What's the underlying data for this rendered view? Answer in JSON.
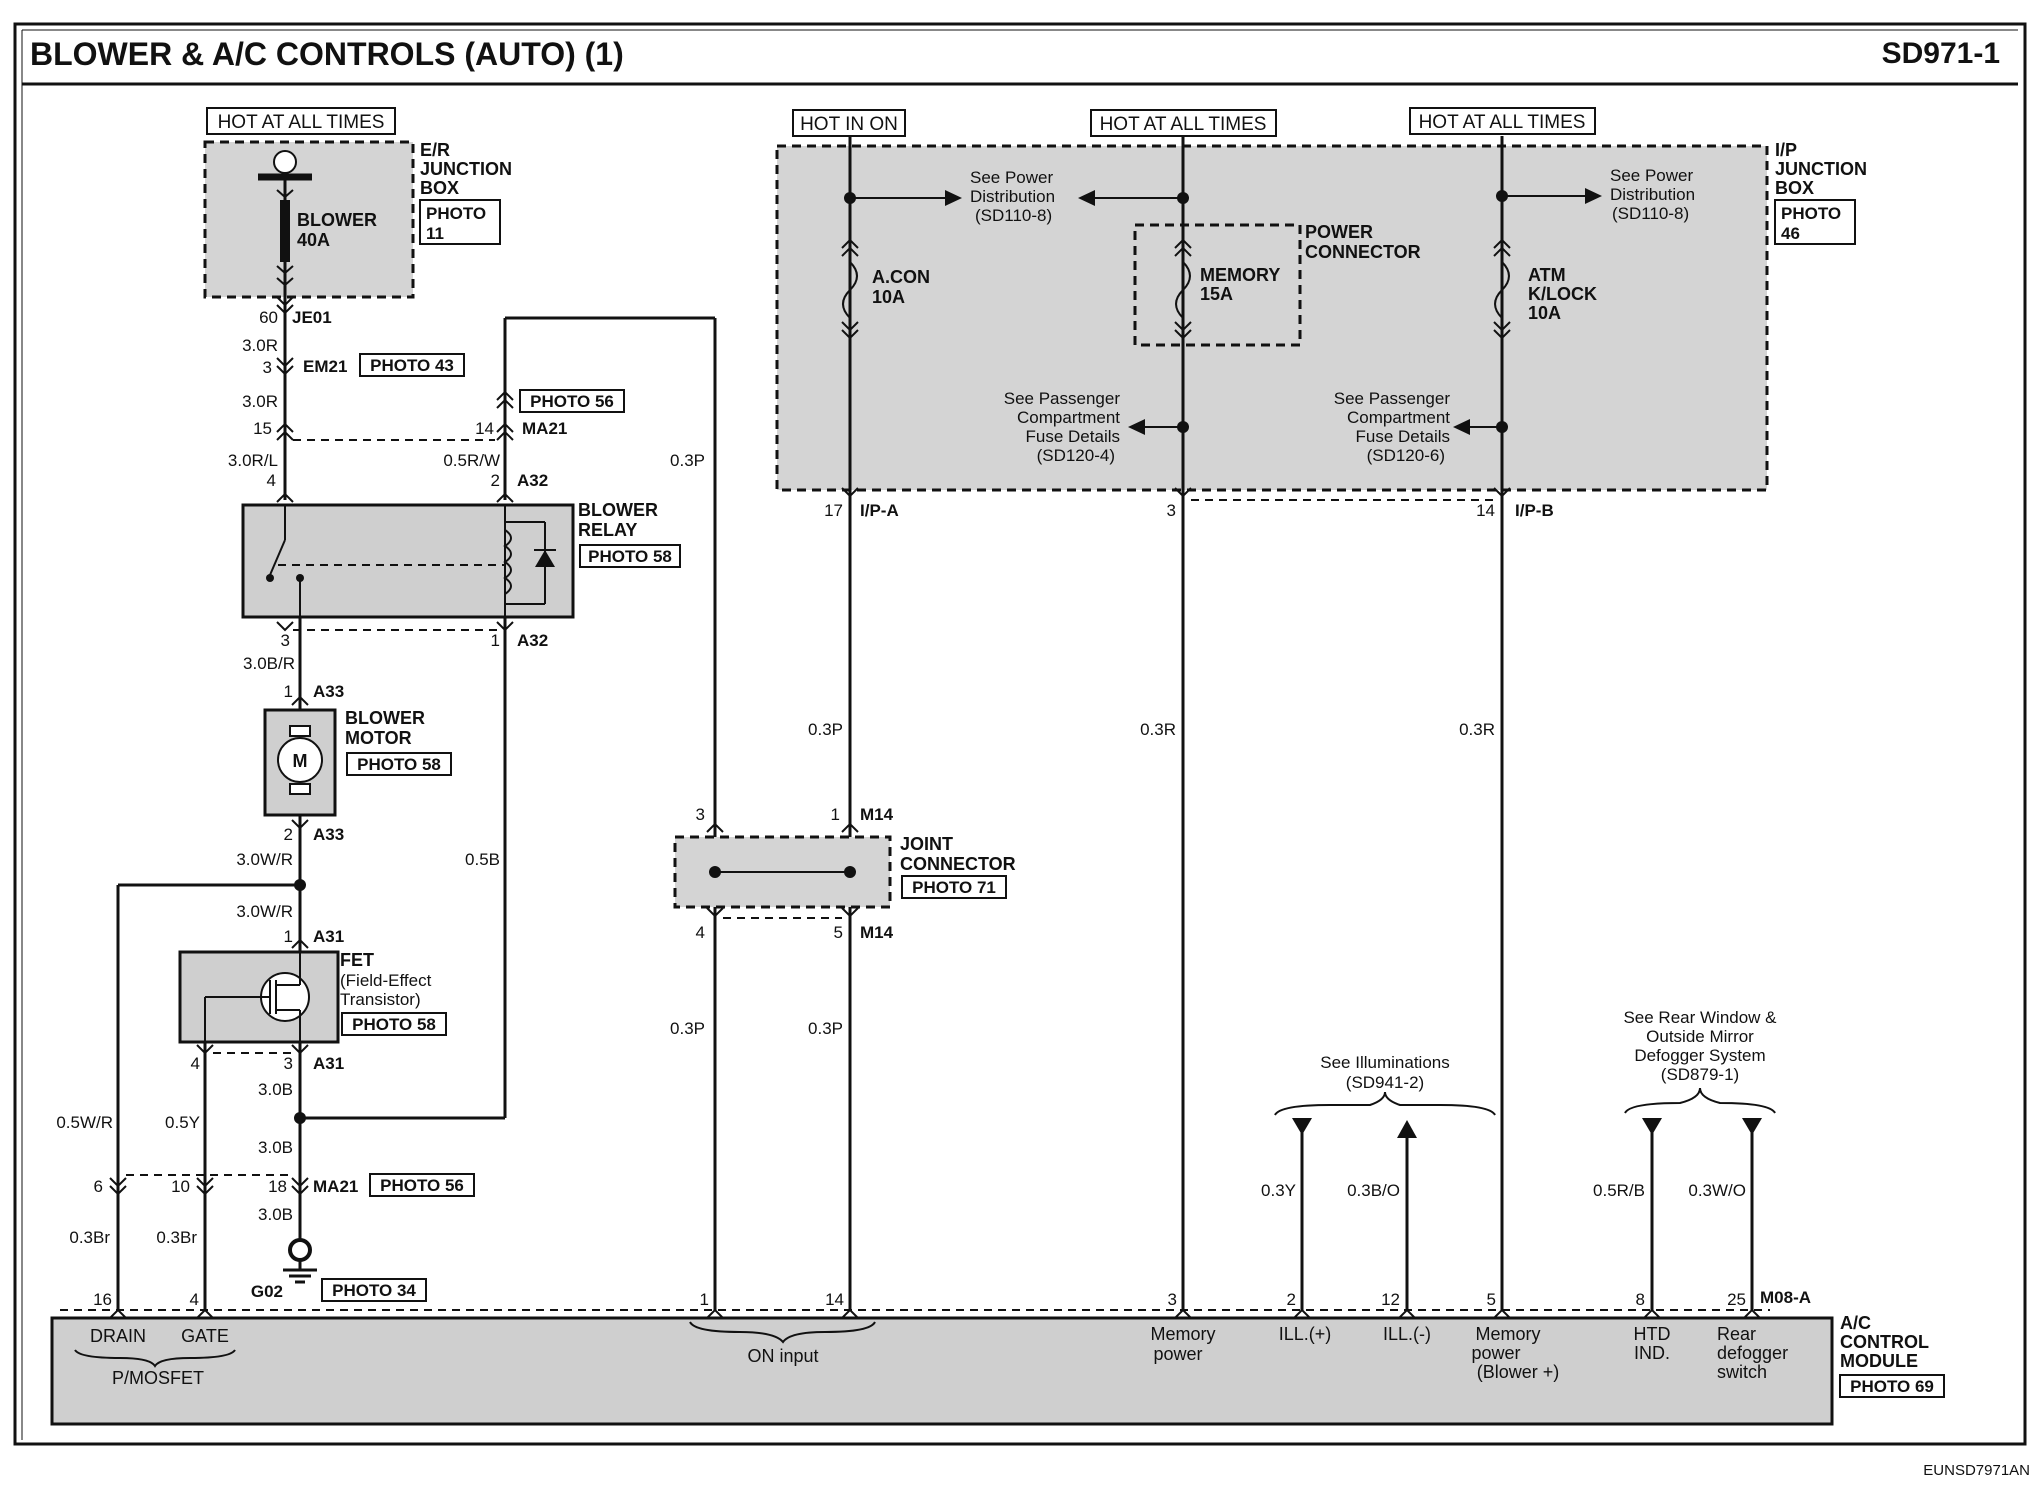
{
  "header": {
    "title": "BLOWER & A/C CONTROLS (AUTO) (1)",
    "code": "SD971-1"
  },
  "footer": {
    "ref": "EUNSD7971AN"
  },
  "supply": {
    "left_hot": "HOT AT ALL TIMES",
    "hot_in_on": "HOT IN ON",
    "mid_hot": "HOT AT ALL TIMES",
    "right_hot": "HOT AT ALL TIMES"
  },
  "er_box": {
    "line1": "E/R",
    "line2": "JUNCTION",
    "line3": "BOX",
    "photo1": "PHOTO",
    "photo2": "11",
    "fuse1": "BLOWER",
    "fuse2": "40A"
  },
  "ip_box": {
    "line1": "I/P",
    "line2": "JUNCTION",
    "line3": "BOX",
    "photo1": "PHOTO",
    "photo2": "46"
  },
  "fuses": {
    "acon1": "A.CON",
    "acon2": "10A",
    "mem1": "MEMORY",
    "mem2": "15A",
    "atm1": "ATM",
    "atm2": "K/LOCK",
    "atm3": "10A"
  },
  "power_connector": {
    "line1": "POWER",
    "line2": "CONNECTOR"
  },
  "refs": {
    "pd1_1": "See Power",
    "pd1_2": "Distribution",
    "pd1_3": "(SD110-8)",
    "pd2_1": "See Power",
    "pd2_2": "Distribution",
    "pd2_3": "(SD110-8)",
    "pf1_1": "See Passenger",
    "pf1_2": "Compartment",
    "pf1_3": "Fuse Details",
    "pf1_4": "(SD120-4)",
    "pf2_1": "See Passenger",
    "pf2_2": "Compartment",
    "pf2_3": "Fuse Details",
    "pf2_4": "(SD120-6)",
    "ill1": "See Illuminations",
    "ill2": "(SD941-2)",
    "rw1": "See Rear Window &",
    "rw2": "Outside Mirror",
    "rw3": "Defogger System",
    "rw4": "(SD879-1)"
  },
  "connectors": {
    "je01_pin": "60",
    "je01": "JE01",
    "em21_pin": "3",
    "em21": "EM21",
    "em21_photo": "PHOTO 43",
    "ma21_pin_a": "15",
    "ma21_pin_b": "14",
    "ma21": "MA21",
    "ma21_photo": "PHOTO 56",
    "a32_pin_4": "4",
    "a32_pin_2": "2",
    "a32_top": "A32",
    "a32_pin_3": "3",
    "a32_pin_1": "1",
    "a32_bot": "A32",
    "a33_pin_1": "1",
    "a33_top": "A33",
    "a33_pin_2": "2",
    "a33_bot": "A33",
    "a31_pin_1": "1",
    "a31_top": "A31",
    "a31_pin_4": "4",
    "a31_pin_3": "3",
    "a31_bot": "A31",
    "ma21b_pin_6": "6",
    "ma21b_pin_10": "10",
    "ma21b_pin_18": "18",
    "ma21b": "MA21",
    "ma21b_photo": "PHOTO 56",
    "g02": "G02",
    "g02_photo": "PHOTO 34",
    "ipa_pin": "17",
    "ipa": "I/P-A",
    "ipmid_pin": "3",
    "ipb_pin": "14",
    "ipb": "I/P-B",
    "m14_pin_3": "3",
    "m14_pin_1": "1",
    "m14_top": "M14",
    "m14_pin_4": "4",
    "m14_pin_5": "5",
    "m14_bot": "M14",
    "m08_pin_16": "16",
    "m08_pin_4": "4",
    "m08_pin_1": "1",
    "m08_pin_14": "14",
    "m08_pin_3": "3",
    "m08_pin_2": "2",
    "m08_pin_12": "12",
    "m08_pin_5": "5",
    "m08_pin_8": "8",
    "m08_pin_25": "25",
    "m08": "M08-A"
  },
  "components": {
    "relay1": "BLOWER",
    "relay2": "RELAY",
    "relay_photo": "PHOTO 58",
    "motor1": "BLOWER",
    "motor2": "MOTOR",
    "motor_photo": "PHOTO 58",
    "motor_symbol": "M",
    "fet1": "FET",
    "fet2": "(Field-Effect",
    "fet3": "Transistor)",
    "fet_photo": "PHOTO 58",
    "joint1": "JOINT",
    "joint2": "CONNECTOR",
    "joint_photo": "PHOTO 71",
    "ac1": "A/C",
    "ac2": "CONTROL",
    "ac3": "MODULE",
    "ac_photo": "PHOTO 69"
  },
  "wires": {
    "w1": "3.0R",
    "w2": "3.0R",
    "w3": "3.0R/L",
    "w4": "0.5R/W",
    "w5": "0.3P",
    "w6": "3.0B/R",
    "w7": "3.0W/R",
    "w8": "3.0W/R",
    "w9": "0.5B",
    "w10": "3.0B",
    "w11": "3.0B",
    "w12": "3.0B",
    "w13": "0.5W/R",
    "w14": "0.5Y",
    "w15": "0.3Br",
    "w16": "0.3Br",
    "w17": "0.3P",
    "w18": "0.3P",
    "w19": "0.3P",
    "w20": "0.3R",
    "w21": "0.3R",
    "w22": "0.3Y",
    "w23": "0.3B/O",
    "w24": "0.5R/B",
    "w25": "0.3W/O"
  },
  "module_pins": {
    "drain": "DRAIN",
    "gate": "GATE",
    "pmosfet": "P/MOSFET",
    "on_input": "ON input",
    "mem1": "Memory",
    "mem2": "power",
    "illp": "ILL.(+)",
    "illm": "ILL.(-)",
    "memb1": "Memory",
    "memb2": "power",
    "memb3": "(Blower +)",
    "htd1": "HTD",
    "htd2": "IND.",
    "rear1": "Rear",
    "rear2": "defogger",
    "rear3": "switch"
  }
}
